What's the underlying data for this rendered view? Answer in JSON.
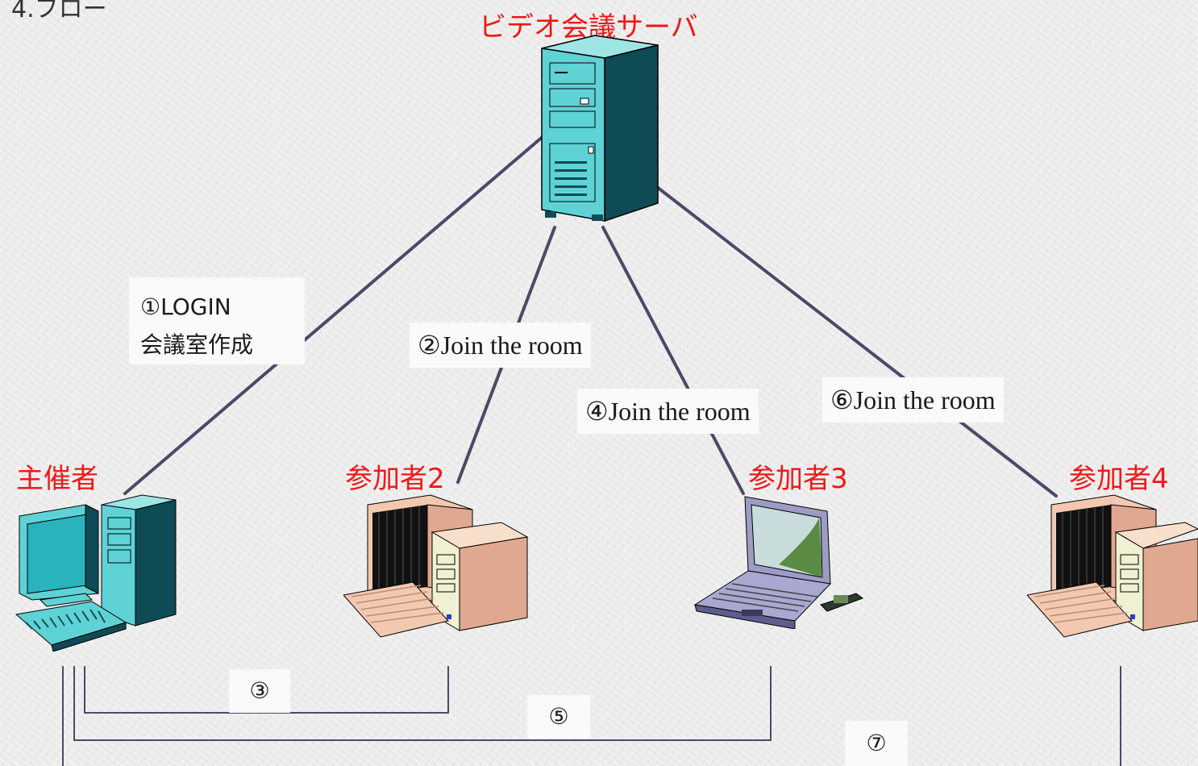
{
  "page": {
    "heading": "4.フロー"
  },
  "nodes": {
    "server": {
      "label": "ビデオ会議サーバ"
    },
    "host": {
      "label": "主催者"
    },
    "p2": {
      "label": "参加者2"
    },
    "p3": {
      "label": "参加者3"
    },
    "p4": {
      "label": "参加者4"
    }
  },
  "steps": {
    "s1_line1": "①LOGIN",
    "s1_line2": "会議室作成",
    "s2": "②Join the room",
    "s3": "③",
    "s4": "④Join the room",
    "s5": "⑤",
    "s6": "⑥Join the room",
    "s7": "⑦"
  },
  "colors": {
    "label_red": "#f01818",
    "connector": "#4a4a68"
  },
  "icons": [
    "server-tower-icon",
    "desktop-pc-icon",
    "beige-desktop-pc-icon",
    "laptop-icon"
  ]
}
